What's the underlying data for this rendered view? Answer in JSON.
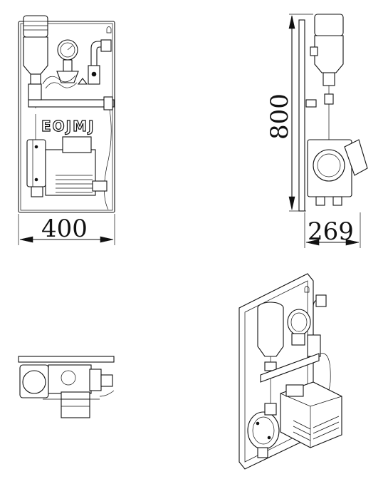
{
  "views": {
    "front": {
      "dimension_width": "400",
      "logo_text": "ЕОЈМЈ"
    },
    "side": {
      "dimension_height": "800",
      "dimension_depth": "269"
    },
    "top": {},
    "isometric": {}
  },
  "colors": {
    "line": "#111111",
    "background": "#ffffff"
  }
}
